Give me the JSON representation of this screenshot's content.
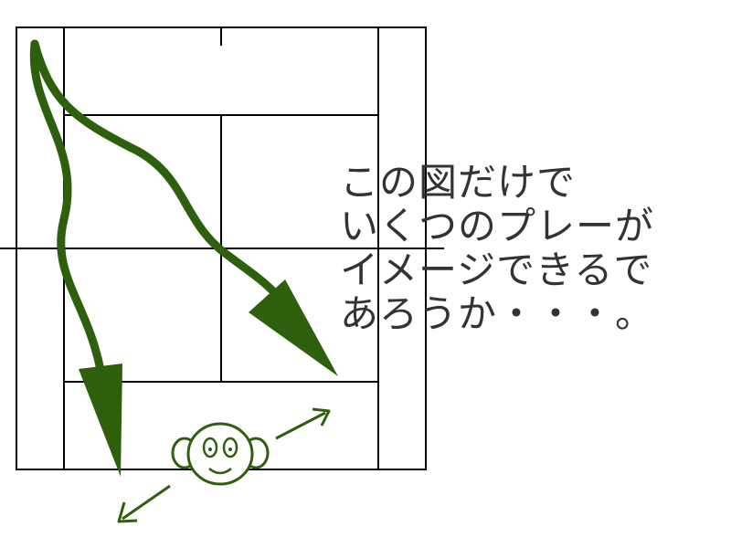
{
  "caption": {
    "lines": [
      "この図だけで",
      "いくつのプレーが",
      "イメージできるで",
      "あろうか・・・。"
    ]
  },
  "colors": {
    "court_lines": "#000000",
    "arrows": "#2e5f0c",
    "caption_text": "#333333",
    "background": "#ffffff"
  },
  "icons": {
    "player": "monkey-face-icon"
  }
}
